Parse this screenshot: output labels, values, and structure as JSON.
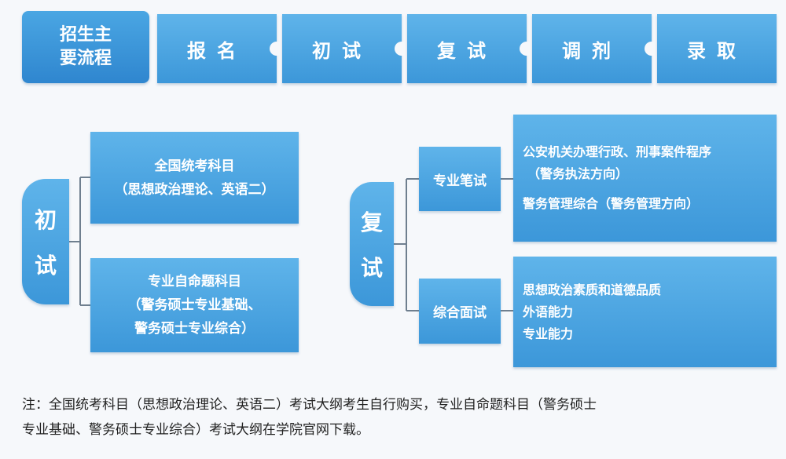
{
  "header": {
    "title_lines": [
      "招生主",
      "要流程"
    ],
    "steps": [
      "报名",
      "初试",
      "复试",
      "调剂",
      "录取"
    ]
  },
  "chushi": {
    "label_chars": [
      "初",
      "试"
    ],
    "boxes": [
      {
        "lines": [
          "全国统考科目",
          "（思想政治理论、英语二）"
        ]
      },
      {
        "lines": [
          "专业自命题科目",
          "（警务硕士专业基础、",
          "警务硕士专业综合）"
        ]
      }
    ]
  },
  "fushi": {
    "label_chars": [
      "复",
      "试"
    ],
    "branches": [
      {
        "name": "专业笔试",
        "items": [
          "公安机关办理行政、刑事案件程序",
          "（警务执法方向）",
          "警务管理综合（警务管理方向）"
        ]
      },
      {
        "name": "综合面试",
        "items": [
          "思想政治素质和道德品质",
          "外语能力",
          "专业能力"
        ]
      }
    ]
  },
  "footnote": {
    "line1": "注：全国统考科目（思想政治理论、英语二）考试大纲考生自行购买，专业自命题科目（警务硕士",
    "line2": "专业基础、警务硕士专业综合）考试大纲在学院官网下载。"
  },
  "colors": {
    "block": "#3c97d9",
    "block_light": "#5fb4ea",
    "connector": "#6f7f8f",
    "background": "#f6f8fb"
  }
}
